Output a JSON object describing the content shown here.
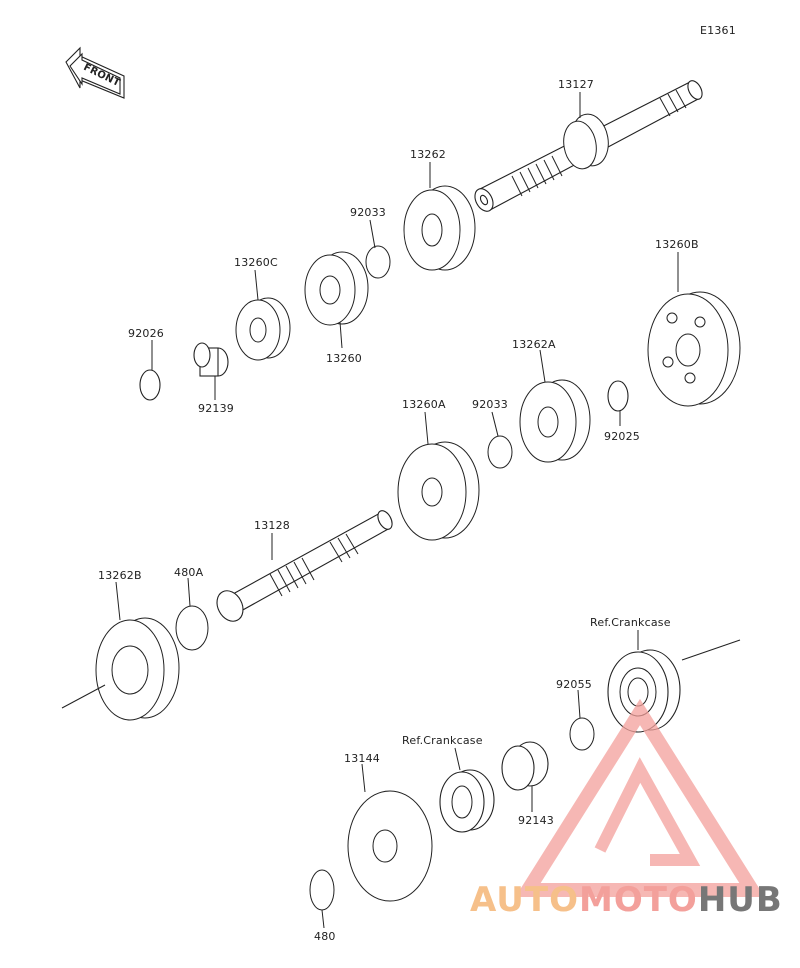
{
  "diagram_code": "E1361",
  "front_label": "FRONT",
  "parts": {
    "p13127": "13127",
    "p13262": "13262",
    "p92033a": "92033",
    "p13260c": "13260C",
    "p13260": "13260",
    "p92026": "92026",
    "p92139": "92139",
    "p13260b": "13260B",
    "p13262a": "13262A",
    "p13260a": "13260A",
    "p92033b": "92033",
    "p92025": "92025",
    "p13128": "13128",
    "p13262b": "13262B",
    "p480a": "480A",
    "ref1": "Ref.Crankcase",
    "p92055": "92055",
    "ref2": "Ref.Crankcase",
    "p13144": "13144",
    "p92143": "92143",
    "p480": "480"
  },
  "watermark": {
    "part1": "AUTO",
    "part2": "MOTO",
    "part3": "HUB"
  },
  "colors": {
    "line": "#222222",
    "watermark_orange": "#f6c08a",
    "watermark_red": "#f3a09b",
    "watermark_gray": "#777777"
  }
}
